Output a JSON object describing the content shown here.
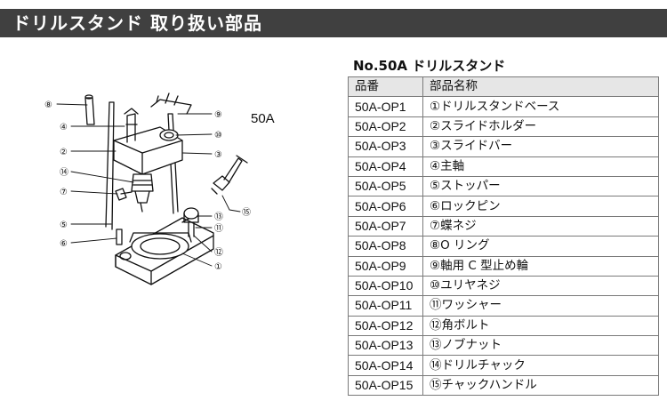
{
  "header": {
    "title": "ドリルスタンド 取り扱い部品"
  },
  "diagram": {
    "model_label": "50A",
    "callouts": [
      "⑧",
      "⑨",
      "④",
      "⑩",
      "②",
      "③",
      "⑭",
      "⑦",
      "⑮",
      "⑬",
      "⑤",
      "⑪",
      "⑥",
      "⑫",
      "①"
    ]
  },
  "table": {
    "title": "No.50A ドリルスタンド",
    "headers": [
      "品番",
      "部品名称"
    ],
    "rows": [
      [
        "50A-OP1",
        "①ドリルスタンドベース"
      ],
      [
        "50A-OP2",
        "②スライドホルダー"
      ],
      [
        "50A-OP3",
        "③スライドバー"
      ],
      [
        "50A-OP4",
        "④主軸"
      ],
      [
        "50A-OP5",
        "⑤ストッパー"
      ],
      [
        "50A-OP6",
        "⑥ロックピン"
      ],
      [
        "50A-OP7",
        "⑦蝶ネジ"
      ],
      [
        "50A-OP8",
        "⑧O リング"
      ],
      [
        "50A-OP9",
        "⑨軸用 C 型止め輪"
      ],
      [
        "50A-OP10",
        "⑩ユリヤネジ"
      ],
      [
        "50A-OP11",
        "⑪ワッシャー"
      ],
      [
        "50A-OP12",
        "⑫角ボルト"
      ],
      [
        "50A-OP13",
        "⑬ノブナット"
      ],
      [
        "50A-OP14",
        "⑭ドリルチャック"
      ],
      [
        "50A-OP15",
        "⑮チャックハンドル"
      ]
    ]
  }
}
